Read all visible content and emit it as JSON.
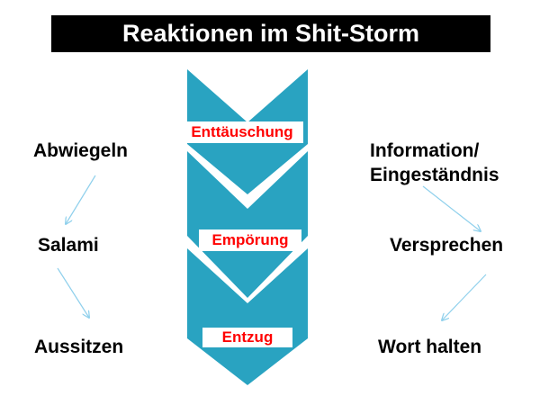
{
  "title": "Reaktionen im Shit-Storm",
  "stages": [
    "Enttäuschung",
    "Empörung",
    "Entzug"
  ],
  "left_column": [
    "Abwiegeln",
    "Salami",
    "Aussitzen"
  ],
  "right_column": {
    "line1": "Information/",
    "line2": "Eingeständnis",
    "item2": "Versprechen",
    "item3": "Wort halten"
  },
  "colors": {
    "chevron": "#29a3c1",
    "stage_text": "#ff0000",
    "arrow": "#8fd0ec",
    "title_bg": "#000000"
  }
}
